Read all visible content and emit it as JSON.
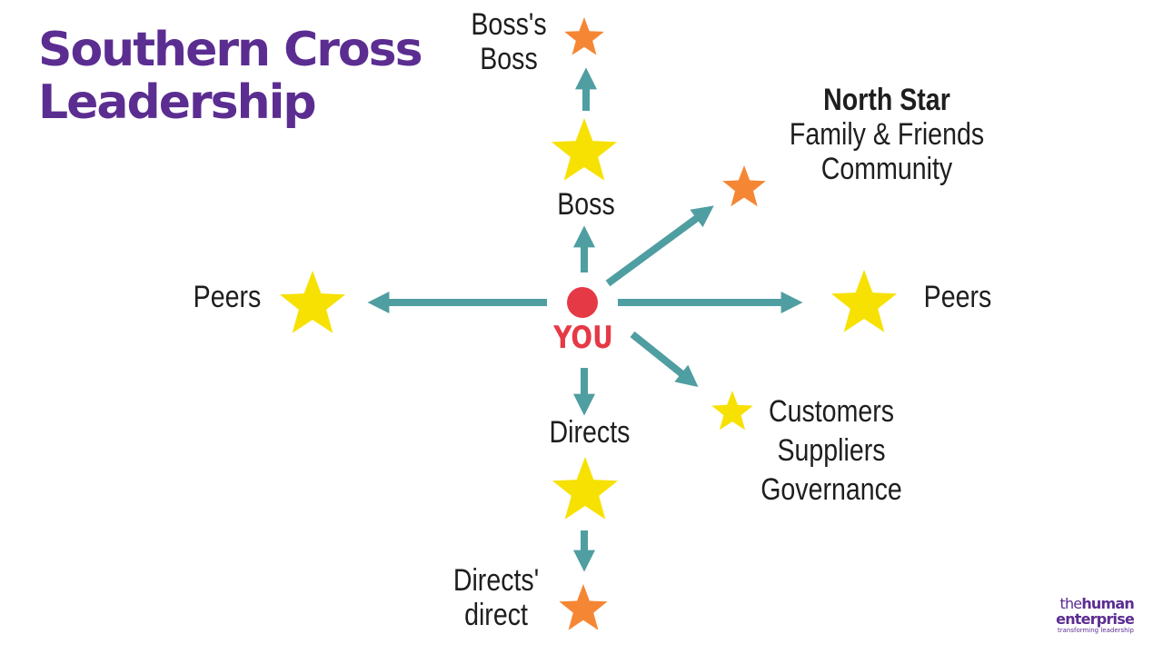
{
  "title": {
    "line1": "Southern Cross",
    "line2": "Leadership"
  },
  "center": {
    "label": "YOU"
  },
  "nodes": {
    "boss_boss": {
      "line1": "Boss's",
      "line2": "Boss"
    },
    "boss": {
      "label": "Boss"
    },
    "north_star": {
      "heading": "North Star",
      "line1": "Family & Friends",
      "line2": "Community"
    },
    "peers_left": {
      "label": "Peers"
    },
    "peers_right": {
      "label": "Peers"
    },
    "directs": {
      "label": "Directs"
    },
    "directs_direct": {
      "line1": "Directs'",
      "line2": "direct"
    },
    "customers": {
      "line1": "Customers",
      "line2": "Suppliers",
      "line3": "Governance"
    }
  },
  "logo": {
    "word1": "the",
    "word2": "human",
    "word3": "enterprise",
    "tagline": "transforming leadership"
  },
  "colors": {
    "title": "#5b2d91",
    "arrow": "#4f9ea1",
    "star_yellow": "#f7e103",
    "star_orange": "#f58634",
    "you_dot": "#e63946",
    "text": "#1e1e1e"
  }
}
